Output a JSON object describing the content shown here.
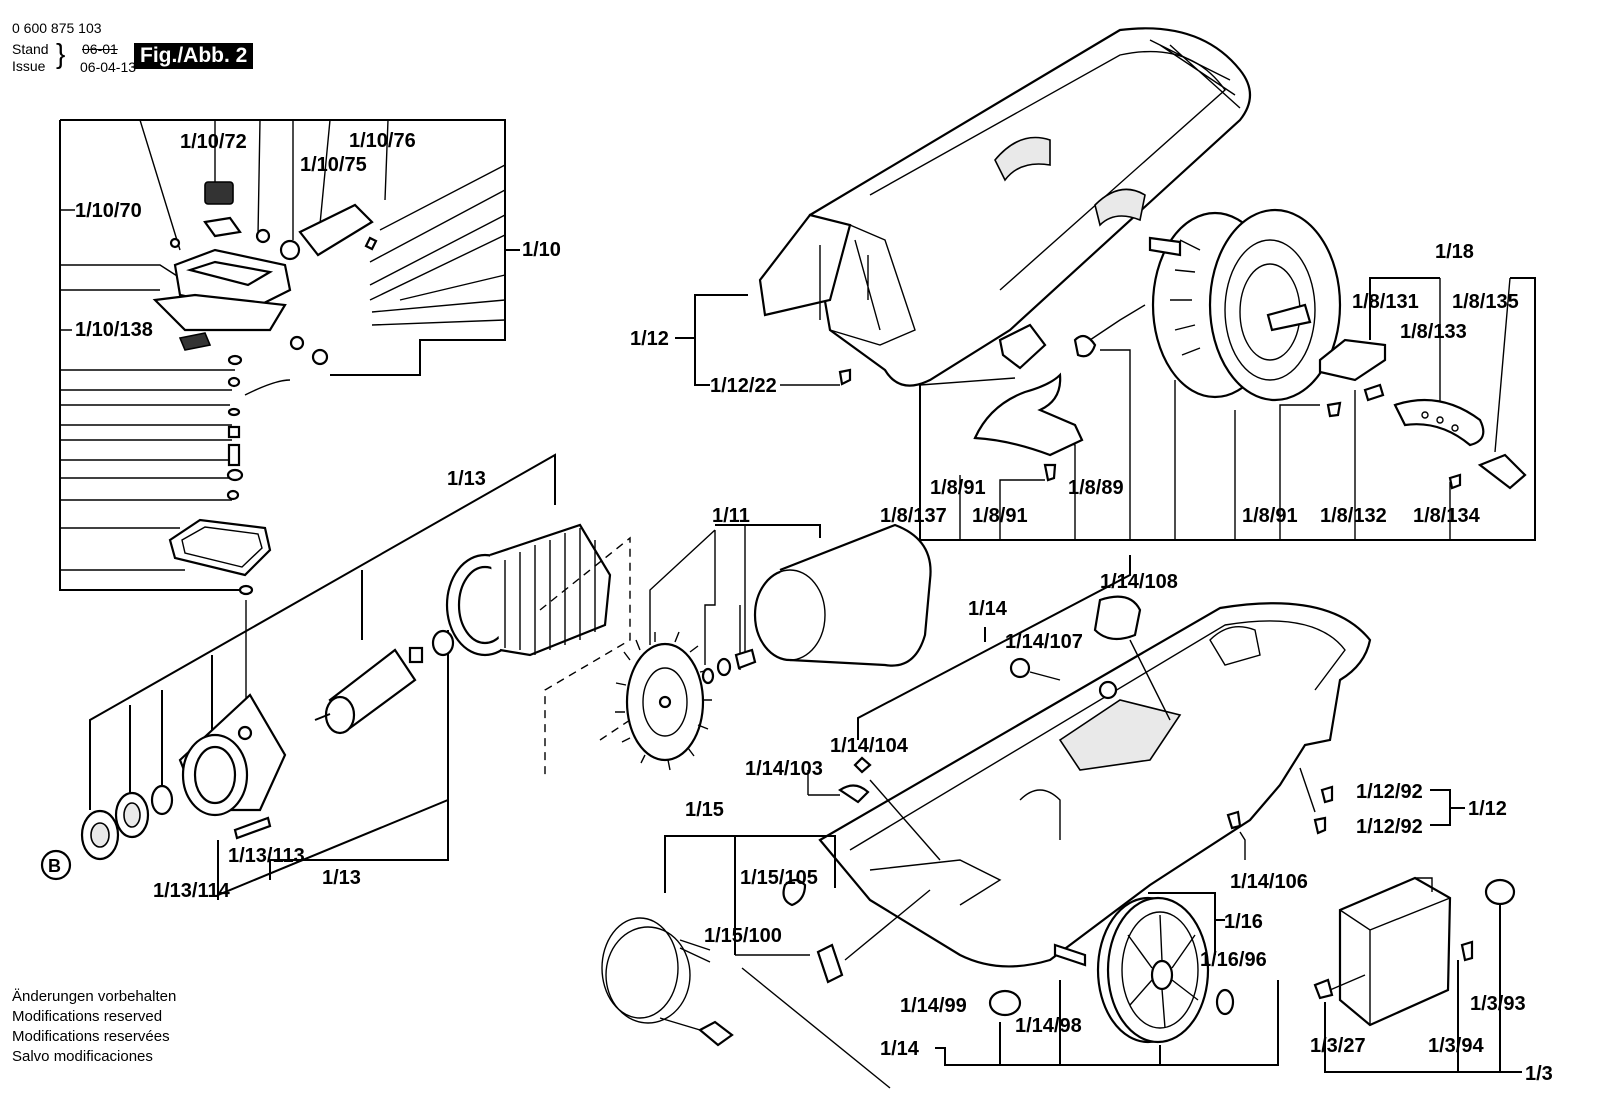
{
  "header": {
    "doc_number": "0 600 875 103",
    "stand_label": "Stand",
    "issue_label": "Issue",
    "stand_date": "06-01",
    "issue_date": "06-04-13",
    "figure_label": "Fig./Abb. 2"
  },
  "footer": {
    "lines": [
      "Änderungen vorbehalten",
      "Modifications reserved",
      "Modifications reservées",
      "Salvo modificaciones"
    ]
  },
  "labels": {
    "l1_10_72": "1/10/72",
    "l1_10_76": "1/10/76",
    "l1_10_75": "1/10/75",
    "l1_10_70": "1/10/70",
    "l1_10": "1/10",
    "l1_10_138": "1/10/138",
    "l1_13_top": "1/13",
    "l1_13_bottom": "1/13",
    "l1_13_113": "1/13/113",
    "l1_13_114": "1/13/114",
    "b_marker": "B",
    "l1_11": "1/11",
    "l1_12_left": "1/12",
    "l1_12_22": "1/12/22",
    "l1_18": "1/18",
    "l1_8_131": "1/8/131",
    "l1_8_135": "1/8/135",
    "l1_8_133": "1/8/133",
    "l1_8_91_a": "1/8/91",
    "l1_8_89": "1/8/89",
    "l1_8_137": "1/8/137",
    "l1_8_91_b": "1/8/91",
    "l1_8_91_c": "1/8/91",
    "l1_8_132": "1/8/132",
    "l1_8_134": "1/8/134",
    "l1_14_top": "1/14",
    "l1_14_108": "1/14/108",
    "l1_14_107": "1/14/107",
    "l1_14_104": "1/14/104",
    "l1_14_103": "1/14/103",
    "l1_12_92_a": "1/12/92",
    "l1_12_92_b": "1/12/92",
    "l1_12_right": "1/12",
    "l1_14_106": "1/14/106",
    "l1_15": "1/15",
    "l1_15_105": "1/15/105",
    "l1_15_100": "1/15/100",
    "l1_16": "1/16",
    "l1_16_96": "1/16/96",
    "l1_14_99": "1/14/99",
    "l1_14_98": "1/14/98",
    "l1_14_bottom": "1/14",
    "l1_3_93": "1/3/93",
    "l1_3_27": "1/3/27",
    "l1_3_94": "1/3/94",
    "l1_3": "1/3"
  }
}
